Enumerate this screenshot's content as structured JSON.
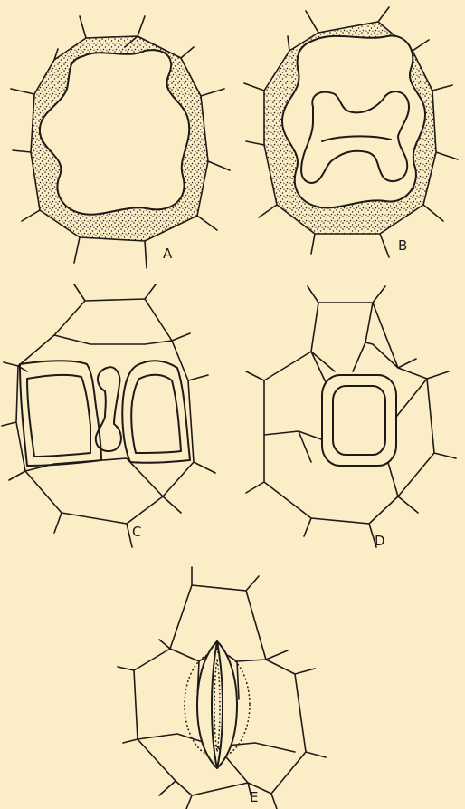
{
  "colors": {
    "background": "#fbedc6",
    "ink": "#1d1a17"
  },
  "panels": [
    {
      "id": "A",
      "label": "A"
    },
    {
      "id": "B",
      "label": "B"
    },
    {
      "id": "C",
      "label": "C"
    },
    {
      "id": "D",
      "label": "D"
    },
    {
      "id": "E",
      "label": "E"
    }
  ]
}
